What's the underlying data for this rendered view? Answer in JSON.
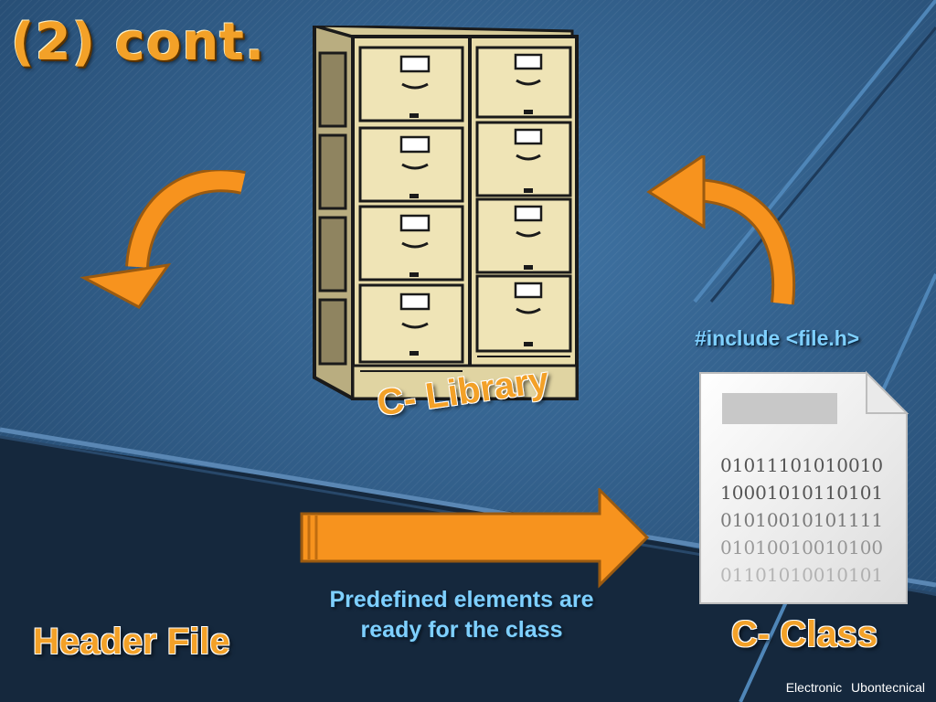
{
  "slide": {
    "title": "(2) cont.",
    "library_label": "C- Library",
    "header_label": "Header File",
    "class_label": "C- Class",
    "include_text": "#include <file.h>",
    "predefined_text": "Predefined elements are ready for the class",
    "footer": "Electronic  Ubontecnical",
    "binary_lines": [
      "01011101010010",
      "10001010110101",
      "01010010101111",
      "01010010010100",
      "01101010010101"
    ]
  },
  "icons": [
    "filing-cabinet-icon",
    "document-icon",
    "curved-arrow-left-icon",
    "curved-arrow-up-icon",
    "right-arrow-icon"
  ],
  "colors": {
    "background": "#2d5a86",
    "accent_orange": "#f3a128",
    "label_blue": "#7fd0ff",
    "cabinet": "#e8dcaa",
    "dark_band": "#15283d"
  }
}
